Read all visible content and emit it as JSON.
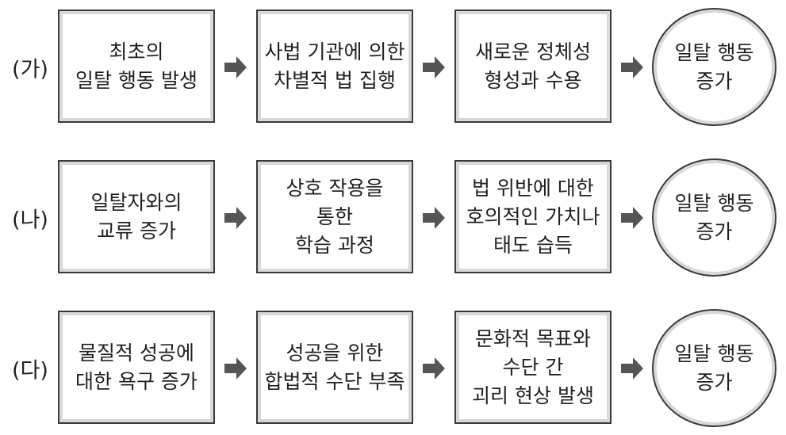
{
  "rows": [
    {
      "label": "(가)",
      "steps": [
        "최초의\n일탈 행동 발생",
        "사법 기관에 의한\n차별적 법 집행",
        "새로운 정체성\n형성과 수용"
      ],
      "result": "일탈 행동\n증가"
    },
    {
      "label": "(나)",
      "steps": [
        "일탈자와의\n교류 증가",
        "상호 작용을\n통한\n학습 과정",
        "법 위반에 대한\n호의적인 가치나\n태도 습득"
      ],
      "result": "일탈 행동\n증가"
    },
    {
      "label": "(다)",
      "steps": [
        "물질적 성공에\n대한 욕구 증가",
        "성공을 위한\n합법적 수단 부족",
        "문화적 목표와\n수단 간\n괴리 현상 발생"
      ],
      "result": "일탈 행동\n증가"
    }
  ],
  "icons": {
    "arrow": "arrow-right-icon"
  },
  "colors": {
    "border": "#3a3a3a",
    "inner_border": "#d8d8d8",
    "arrow": "#555555"
  }
}
